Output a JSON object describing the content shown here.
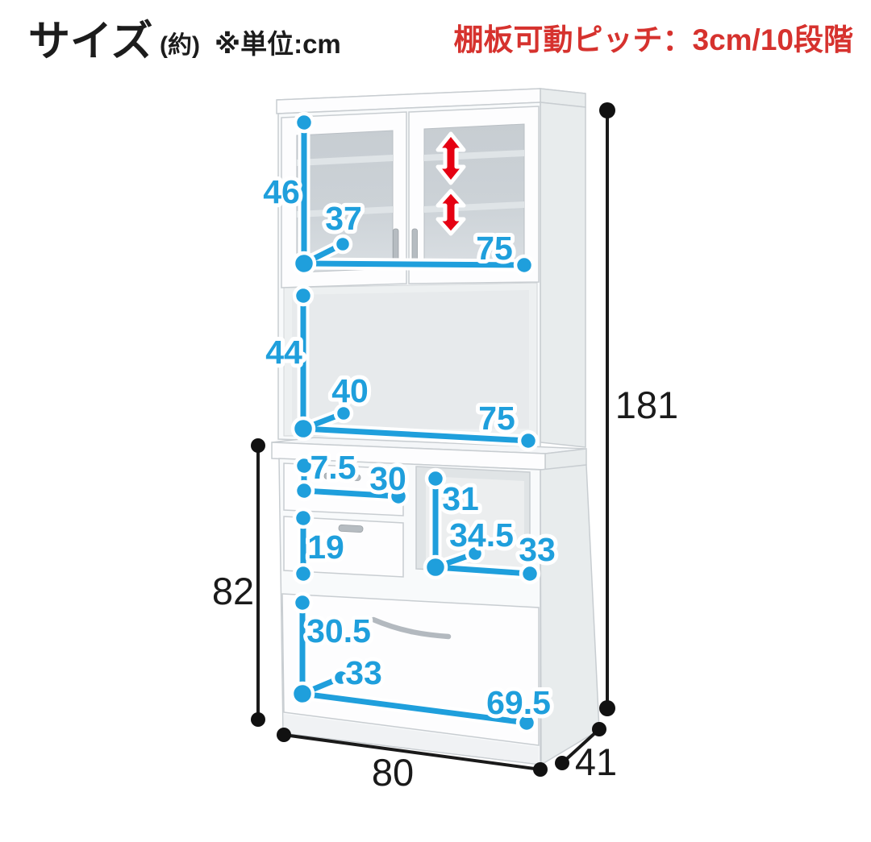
{
  "header": {
    "title": "サイズ",
    "title_suffix": "(約)",
    "unit_note": "※単位:cm",
    "shelf_pitch_note": "棚板可動ピッチ：3cm/10段階"
  },
  "colors": {
    "dimension_blue": "#1f9fdc",
    "note_red": "#d6322e",
    "arrow_red": "#e50012",
    "dimension_black": "#1a1a1a",
    "cabinet_white": "#f8fafb"
  },
  "dimensions_cm": {
    "overall": {
      "height": "181",
      "width": "80",
      "depth": "41",
      "lower_unit_height": "82"
    },
    "upper_cabinet": {
      "door_height": "46",
      "shelf_depth": "37",
      "inner_width": "75"
    },
    "open_shelf": {
      "height": "44",
      "shelf_depth": "40",
      "inner_width": "75"
    },
    "top_drawer": {
      "inner_height": "7.5",
      "inner_width": "30"
    },
    "middle_drawer": {
      "inner_height": "19"
    },
    "slide_niche": {
      "height": "31",
      "depth": "34.5",
      "width": "33"
    },
    "bottom_drawer": {
      "inner_height": "30.5",
      "inner_depth": "33",
      "inner_width": "69.5"
    }
  }
}
